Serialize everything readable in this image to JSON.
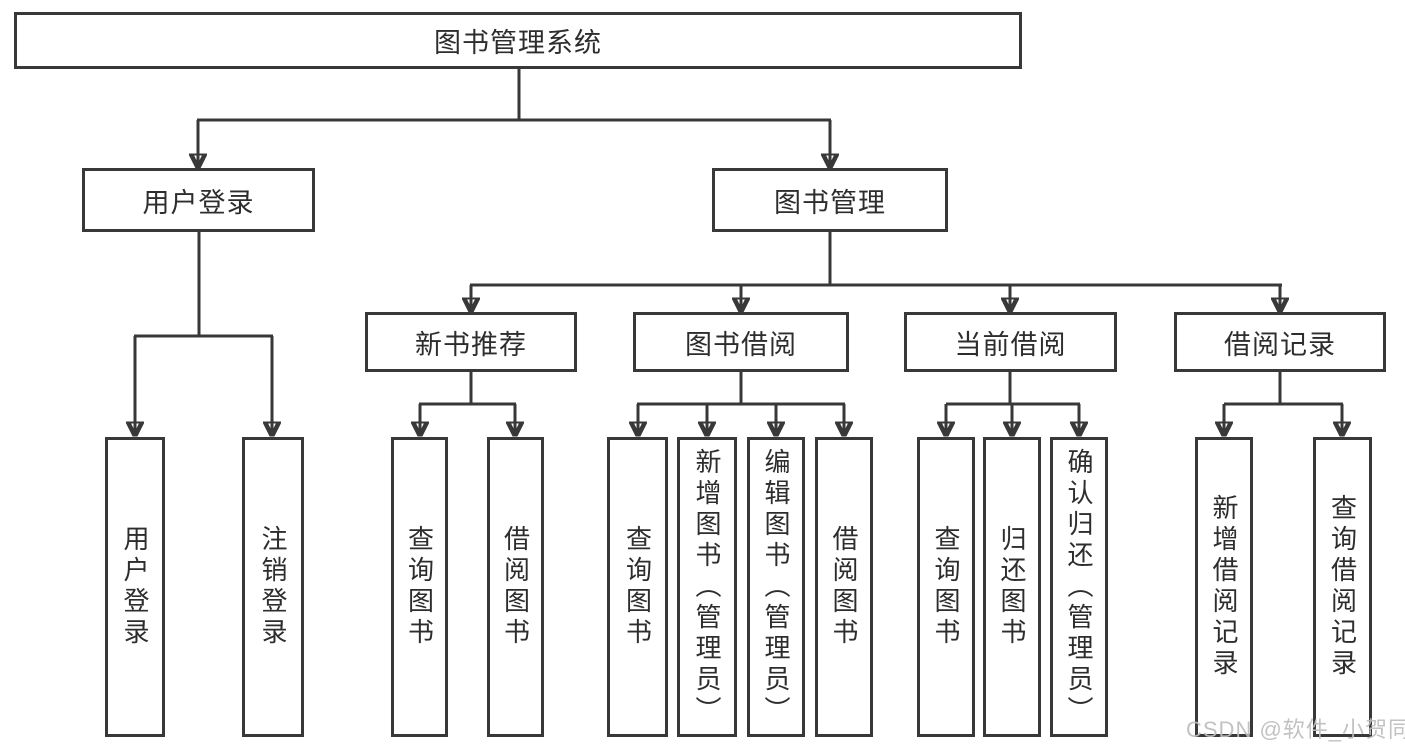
{
  "diagram": {
    "root": {
      "label": "图书管理系统"
    },
    "branches": [
      {
        "label": "用户登录",
        "leaves": [
          "用户登录",
          "注销登录"
        ]
      },
      {
        "label": "图书管理",
        "children": [
          {
            "label": "新书推荐",
            "leaves": [
              "查询图书",
              "借阅图书"
            ]
          },
          {
            "label": "图书借阅",
            "leaves": [
              "查询图书",
              "新增图书（管理员）",
              "编辑图书（管理员）",
              "借阅图书"
            ]
          },
          {
            "label": "当前借阅",
            "leaves": [
              "查询图书",
              "归还图书",
              "确认归还（管理员）"
            ]
          },
          {
            "label": "借阅记录",
            "leaves": [
              "新增借阅记录",
              "查询借阅记录"
            ]
          }
        ]
      }
    ],
    "watermark": "CSDN @软件_小贺同学",
    "colors": {
      "background": "#ffffff",
      "line": "#383838",
      "box_border": "#383838",
      "text": "#2d2d2d",
      "watermark": "#bdbdbd"
    }
  }
}
